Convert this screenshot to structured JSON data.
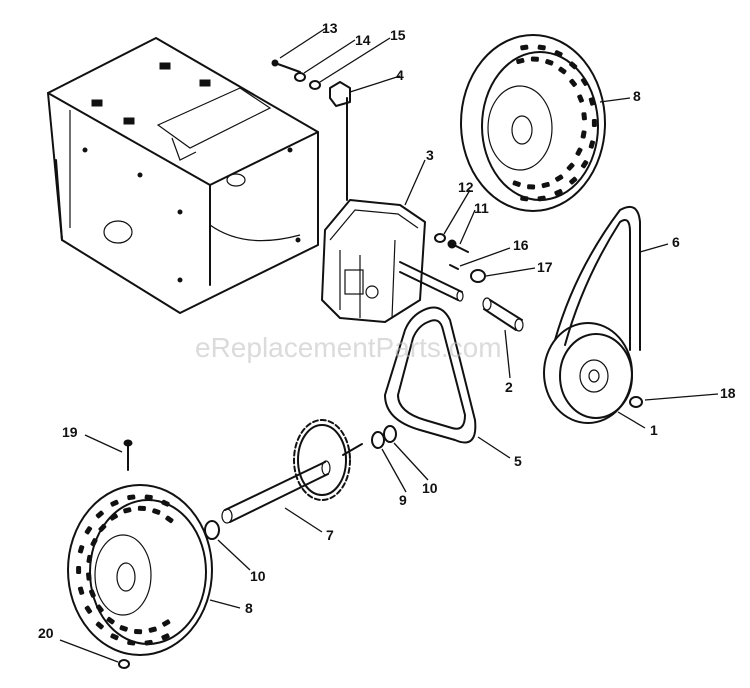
{
  "watermark": "eReplacementParts.com",
  "callouts": [
    {
      "id": "c1",
      "text": "1"
    },
    {
      "id": "c2",
      "text": "2"
    },
    {
      "id": "c3",
      "text": "3"
    },
    {
      "id": "c4",
      "text": "4"
    },
    {
      "id": "c5",
      "text": "5"
    },
    {
      "id": "c6",
      "text": "6"
    },
    {
      "id": "c7",
      "text": "7"
    },
    {
      "id": "c8a",
      "text": "8"
    },
    {
      "id": "c8b",
      "text": "8"
    },
    {
      "id": "c9",
      "text": "9"
    },
    {
      "id": "c10a",
      "text": "10"
    },
    {
      "id": "c10b",
      "text": "10"
    },
    {
      "id": "c11",
      "text": "11"
    },
    {
      "id": "c12",
      "text": "12"
    },
    {
      "id": "c13",
      "text": "13"
    },
    {
      "id": "c14",
      "text": "14"
    },
    {
      "id": "c15",
      "text": "15"
    },
    {
      "id": "c16",
      "text": "16"
    },
    {
      "id": "c17",
      "text": "17"
    },
    {
      "id": "c18",
      "text": "18"
    },
    {
      "id": "c19",
      "text": "19"
    },
    {
      "id": "c20",
      "text": "20"
    }
  ]
}
